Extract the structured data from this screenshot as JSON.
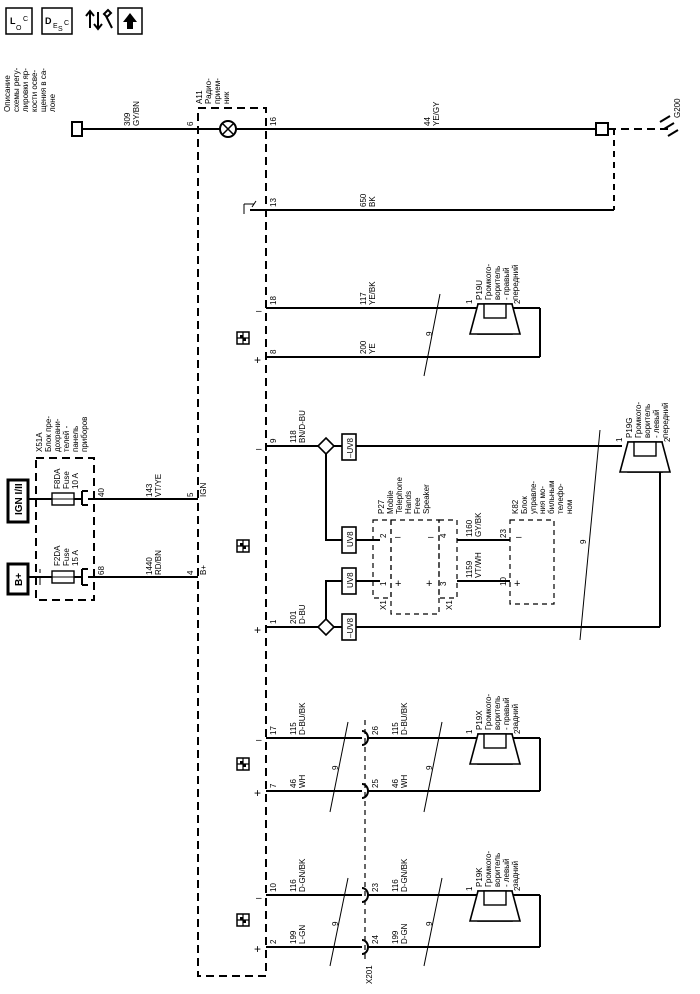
{
  "toolbar": [
    {
      "name": "location-view-button",
      "label": "LOC",
      "icon": "location-icon"
    },
    {
      "name": "description-view-button",
      "label": "DESC",
      "icon": "description-icon"
    },
    {
      "name": "repair-info-button",
      "label": "",
      "icon": "arrows-wrench-icon"
    },
    {
      "name": "navigate-up-button",
      "label": "",
      "icon": "up-arrow-icon"
    }
  ],
  "power_sources": {
    "ign": "IGN I/II",
    "bat": "B+"
  },
  "fuse_block": {
    "id": "X51A",
    "desc_lines": [
      "Блок пре-",
      "дохрани-",
      "телей -",
      "панель",
      "приборов"
    ],
    "fuses": [
      {
        "id": "F8DA",
        "type": "Fuse",
        "rating": "10 A",
        "pin": "40"
      },
      {
        "id": "F2DA",
        "type": "Fuse",
        "rating": "15 A",
        "pin": "68"
      }
    ]
  },
  "power_wires": [
    {
      "circuit": "143",
      "color": "VT/YE",
      "radio_pin": "5",
      "pin_label": "IGN"
    },
    {
      "circuit": "1440",
      "color": "RD/BN",
      "radio_pin": "4",
      "pin_label": "B+"
    }
  ],
  "radio": {
    "id": "A11",
    "desc_lines": [
      "Радио-",
      "прием-",
      "ник"
    ]
  },
  "illumination": {
    "desc_lines": [
      "Описание",
      "схемы регу-",
      "лировки яр-",
      "кости осве-",
      "щения в са-",
      "лоне"
    ],
    "in_circuit": "309",
    "in_color": "GY/BN",
    "in_pin": "6",
    "out_pin": "16",
    "out_circuit": "44",
    "out_color": "YE/GY",
    "ground": "G200"
  },
  "bk_wire": {
    "pin": "13",
    "circuit": "650",
    "color": "BK"
  },
  "speakers_top": [
    {
      "id": "P19U",
      "desc_lines": [
        "Громкого-",
        "воритель",
        "- правый",
        "передний"
      ],
      "pin_minus": "18",
      "circ_minus": "117",
      "color_minus": "YE/BK",
      "pin_plus": "8",
      "circ_plus": "200",
      "color_plus": "YE",
      "twist": "9",
      "spk_p1": "1",
      "spk_p2": "2"
    }
  ],
  "phone_section": {
    "radio_pin_top": "9",
    "circ_top": "118",
    "color_top": "BN/D-BU",
    "radio_pin_bot": "1",
    "circ_bot": "201",
    "color_bot": "D-BU",
    "uv8": "UV8",
    "neg_uv8": "–UV8",
    "p27": {
      "id": "P27",
      "desc_lines": [
        "Mobile",
        "Telephone",
        "Hands",
        "Free",
        "Speaker"
      ],
      "pin_top": "2",
      "pin_mid": "4",
      "pin_bot1": "1",
      "pin_bot2": "3",
      "conn": "X1"
    },
    "k82": {
      "id": "K82",
      "desc_lines": [
        "Блок",
        "управле-",
        "ния мо-",
        "бильным",
        "телефо-",
        "ном"
      ],
      "pin_top": "23",
      "pin_bot": "10"
    },
    "wire_1160": {
      "circuit": "1160",
      "color": "GY/BK"
    },
    "wire_1159": {
      "circuit": "1159",
      "color": "VT/WH"
    },
    "speaker": {
      "id": "P19G",
      "desc_lines": [
        "Громкого-",
        "воритель",
        "- левый",
        "передний"
      ],
      "p1": "1",
      "p2": "2"
    },
    "twist": "9"
  },
  "rear_speakers": [
    {
      "id": "P19X",
      "desc_lines": [
        "Громкого-",
        "воритель",
        "- правый",
        "задний"
      ],
      "radio_minus": "17",
      "c_minus": "115",
      "col_minus": "D-BU/BK",
      "radio_plus": "7",
      "c_plus": "46",
      "col_plus": "WH",
      "conn_minus": "26",
      "conn_plus": "25",
      "twist": "9"
    },
    {
      "id": "P19K",
      "desc_lines": [
        "Громкого-",
        "воритель",
        "- левый",
        "задний"
      ],
      "radio_minus": "10",
      "c_minus": "116",
      "col_minus": "D-GN/BK",
      "radio_plus": "2",
      "c_plus": "199",
      "col_plus": "L-GN",
      "radio_plus_out": "199",
      "col_plus_out": "D-GN",
      "conn_minus": "23",
      "conn_plus": "24",
      "twist": "9"
    }
  ],
  "inline_connector": "X201"
}
